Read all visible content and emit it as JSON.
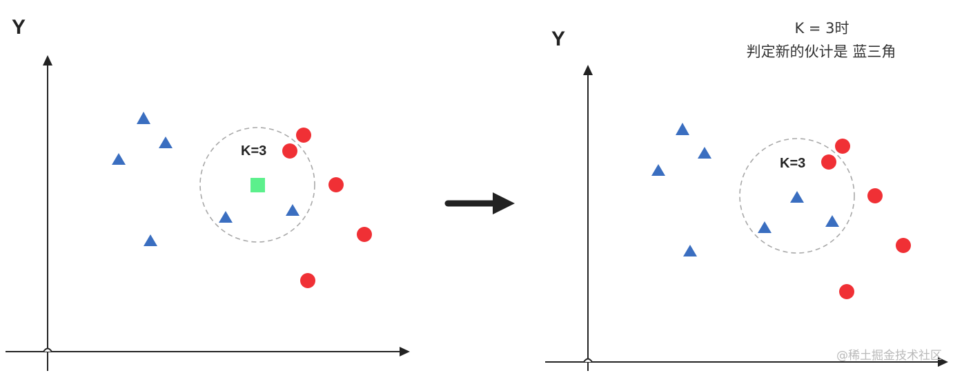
{
  "left_panel": {
    "y_axis_label": "Y",
    "k_label": "K=3"
  },
  "right_panel": {
    "y_axis_label": "Y",
    "k_label": "K=3",
    "caption_line1": "K = 3时",
    "caption_line2": "判定新的伙计是 蓝三角"
  },
  "watermark": "@稀土掘金技术社区",
  "colors": {
    "triangle": "#3a6ec0",
    "circle": "#f03035",
    "new_point": "#5cf08c",
    "axis": "#222222",
    "neighborhood": "#a8a8a8"
  },
  "icons": {
    "transition": "right-arrow-icon",
    "triangle_class": "blue-triangle-icon",
    "circle_class": "red-circle-icon",
    "unknown_class": "green-square-icon"
  }
}
